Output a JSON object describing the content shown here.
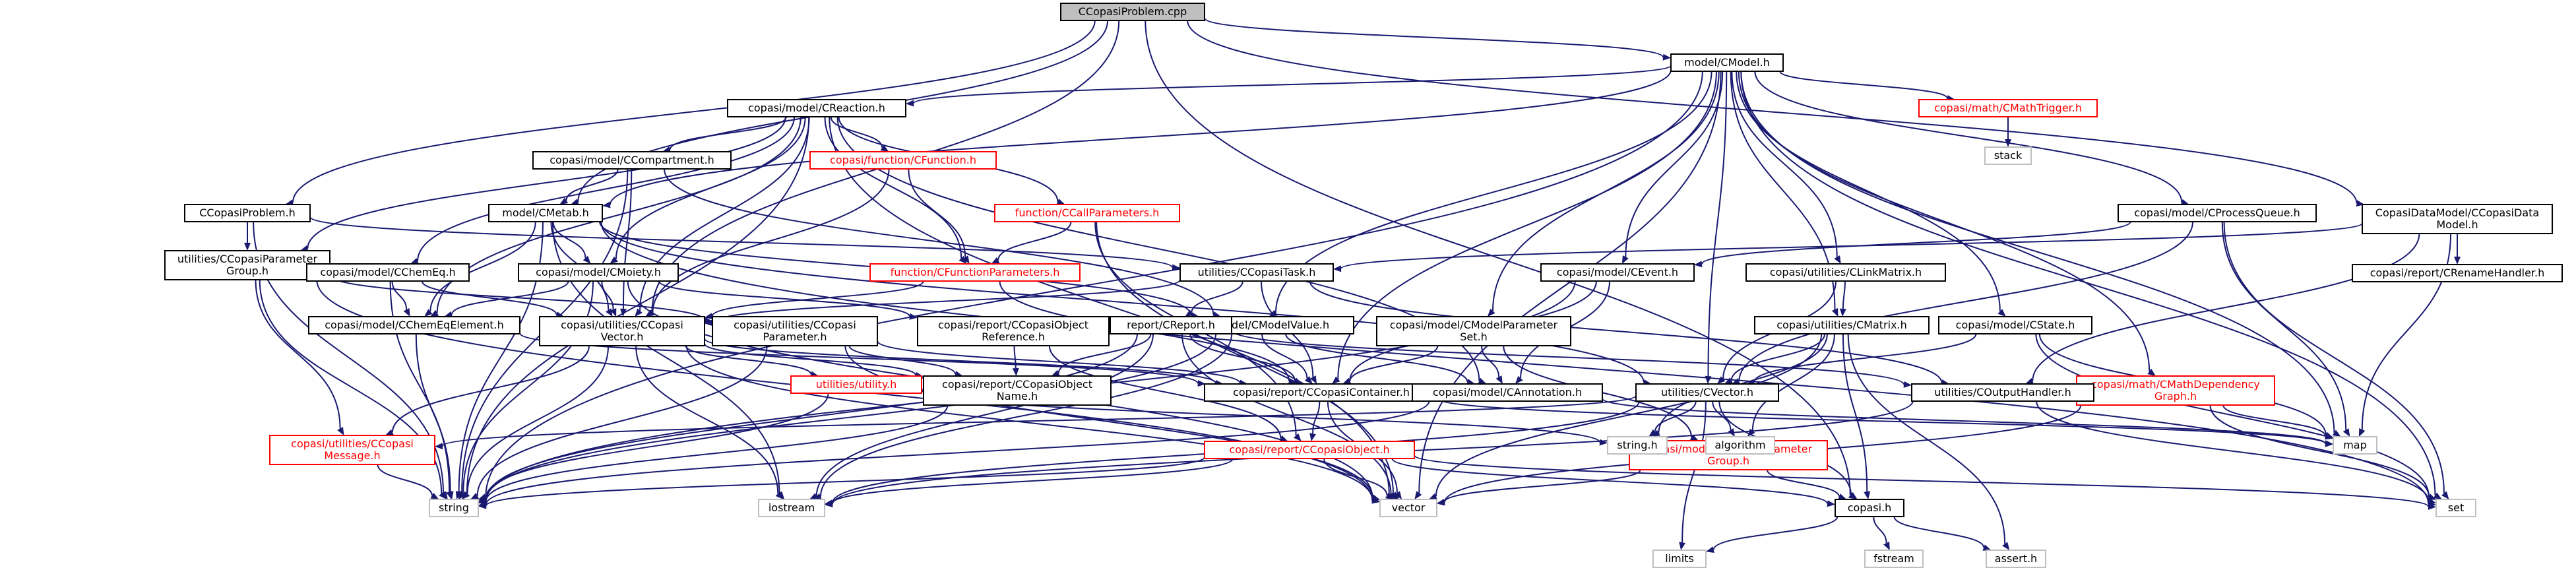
{
  "nodes": [
    {
      "id": "ccp",
      "label": [
        "CCopasiProblem.cpp"
      ],
      "style": "root"
    },
    {
      "id": "cmodel",
      "label": [
        "model/CModel.h"
      ],
      "style": "normal"
    },
    {
      "id": "creaction",
      "label": [
        "copasi/model/CReaction.h"
      ],
      "style": "normal"
    },
    {
      "id": "cmathtrigger",
      "label": [
        "copasi/math/CMathTrigger.h"
      ],
      "style": "red"
    },
    {
      "id": "stack",
      "label": [
        "stack"
      ],
      "style": "gray"
    },
    {
      "id": "ccompartment",
      "label": [
        "copasi/model/CCompartment.h"
      ],
      "style": "normal"
    },
    {
      "id": "cfunction",
      "label": [
        "copasi/function/CFunction.h"
      ],
      "style": "red"
    },
    {
      "id": "ccallparams",
      "label": [
        "function/CCallParameters.h"
      ],
      "style": "red"
    },
    {
      "id": "cprocessqueue",
      "label": [
        "copasi/model/CProcessQueue.h"
      ],
      "style": "normal"
    },
    {
      "id": "ccopasidatamodel",
      "label": [
        "CopasiDataModel/CCopasiData",
        "Model.h"
      ],
      "style": "normal"
    },
    {
      "id": "ccopasiproblemh",
      "label": [
        "CCopasiProblem.h"
      ],
      "style": "normal"
    },
    {
      "id": "cmetab",
      "label": [
        "model/CMetab.h"
      ],
      "style": "normal"
    },
    {
      "id": "crenamehandler",
      "label": [
        "copasi/report/CRenameHandler.h"
      ],
      "style": "normal"
    },
    {
      "id": "cparamgroup",
      "label": [
        "utilities/CCopasiParameter",
        "Group.h"
      ],
      "style": "normal"
    },
    {
      "id": "cchemeq",
      "label": [
        "copasi/model/CChemEq.h"
      ],
      "style": "normal"
    },
    {
      "id": "cfunctionparams",
      "label": [
        "function/CFunctionParameters.h"
      ],
      "style": "red"
    },
    {
      "id": "ccopasitask",
      "label": [
        "utilities/CCopasiTask.h"
      ],
      "style": "normal"
    },
    {
      "id": "cevent",
      "label": [
        "copasi/model/CEvent.h"
      ],
      "style": "normal"
    },
    {
      "id": "clinkmatrix",
      "label": [
        "copasi/utilities/CLinkMatrix.h"
      ],
      "style": "normal"
    },
    {
      "id": "cmoiety",
      "label": [
        "copasi/model/CMoiety.h"
      ],
      "style": "normal"
    },
    {
      "id": "cchemeqelement",
      "label": [
        "copasi/model/CChemEqElement.h"
      ],
      "style": "normal"
    },
    {
      "id": "ccopasivector",
      "label": [
        "copasi/utilities/CCopasi",
        "Vector.h"
      ],
      "style": "normal"
    },
    {
      "id": "ccopasiparameter",
      "label": [
        "copasi/utilities/CCopasi",
        "Parameter.h"
      ],
      "style": "normal"
    },
    {
      "id": "cobjectref",
      "label": [
        "copasi/report/CCopasiObject",
        "Reference.h"
      ],
      "style": "normal"
    },
    {
      "id": "cmodelvalue",
      "label": [
        "copasi/model/CModelValue.h"
      ],
      "style": "normal"
    },
    {
      "id": "creport",
      "label": [
        "report/CReport.h"
      ],
      "style": "normal"
    },
    {
      "id": "cmodelparamset",
      "label": [
        "copasi/model/CModelParameter",
        "Set.h"
      ],
      "style": "normal"
    },
    {
      "id": "cstate",
      "label": [
        "copasi/model/CState.h"
      ],
      "style": "normal"
    },
    {
      "id": "cmatrix",
      "label": [
        "copasi/utilities/CMatrix.h"
      ],
      "style": "normal"
    },
    {
      "id": "cmathdepgraph",
      "label": [
        "copasi/math/CMathDependency",
        "Graph.h"
      ],
      "style": "red"
    },
    {
      "id": "utility",
      "label": [
        "utilities/utility.h"
      ],
      "style": "red"
    },
    {
      "id": "cobjectname",
      "label": [
        "copasi/report/CCopasiObject",
        "Name.h"
      ],
      "style": "normal"
    },
    {
      "id": "ccontainer",
      "label": [
        "copasi/report/CCopasiContainer.h"
      ],
      "style": "normal"
    },
    {
      "id": "cannotation",
      "label": [
        "copasi/model/CAnnotation.h"
      ],
      "style": "normal"
    },
    {
      "id": "cvector",
      "label": [
        "utilities/CVector.h"
      ],
      "style": "normal"
    },
    {
      "id": "coutputhandler",
      "label": [
        "utilities/COutputHandler.h"
      ],
      "style": "normal"
    },
    {
      "id": "cmessage",
      "label": [
        "copasi/utilities/CCopasi",
        "Message.h"
      ],
      "style": "red"
    },
    {
      "id": "ccopasiobject",
      "label": [
        "copasi/report/CCopasiObject.h"
      ],
      "style": "red"
    },
    {
      "id": "cmodelparamgroup",
      "label": [
        "copasi/model/CModelParameter",
        "Group.h"
      ],
      "style": "red"
    },
    {
      "id": "stringh",
      "label": [
        "string.h"
      ],
      "style": "gray"
    },
    {
      "id": "algorithm",
      "label": [
        "algorithm"
      ],
      "style": "gray"
    },
    {
      "id": "map",
      "label": [
        "map"
      ],
      "style": "gray"
    },
    {
      "id": "string",
      "label": [
        "string"
      ],
      "style": "gray"
    },
    {
      "id": "iostream",
      "label": [
        "iostream"
      ],
      "style": "gray"
    },
    {
      "id": "vector",
      "label": [
        "vector"
      ],
      "style": "gray"
    },
    {
      "id": "set",
      "label": [
        "set"
      ],
      "style": "gray"
    },
    {
      "id": "copasih",
      "label": [
        "copasi.h"
      ],
      "style": "normal"
    },
    {
      "id": "limits",
      "label": [
        "limits"
      ],
      "style": "gray"
    },
    {
      "id": "fstream",
      "label": [
        "fstream"
      ],
      "style": "gray"
    },
    {
      "id": "asserth",
      "label": [
        "assert.h"
      ],
      "style": "gray"
    }
  ],
  "edges": [
    [
      "ccp",
      "cmodel"
    ],
    [
      "ccp",
      "copasih"
    ],
    [
      "ccp",
      "ccopasiproblemh"
    ],
    [
      "ccp",
      "cmetab"
    ],
    [
      "ccp",
      "ccopasivector"
    ],
    [
      "ccp",
      "ccopasidatamodel"
    ],
    [
      "cmodel",
      "creaction"
    ],
    [
      "cmodel",
      "cmathtrigger"
    ],
    [
      "cmodel",
      "cprocessqueue"
    ],
    [
      "cmodel",
      "cmetab"
    ],
    [
      "cmodel",
      "cevent"
    ],
    [
      "cmodel",
      "clinkmatrix"
    ],
    [
      "cmodel",
      "cmodelvalue"
    ],
    [
      "cmodel",
      "cmodelparamset"
    ],
    [
      "cmodel",
      "cstate"
    ],
    [
      "cmodel",
      "cmatrix"
    ],
    [
      "cmodel",
      "cmathdepgraph"
    ],
    [
      "cmodel",
      "cvector"
    ],
    [
      "cmodel",
      "ccontainer"
    ],
    [
      "cmodel",
      "map"
    ],
    [
      "cmodel",
      "vector"
    ],
    [
      "cmodel",
      "set"
    ],
    [
      "cmodel",
      "string"
    ],
    [
      "creaction",
      "ccompartment"
    ],
    [
      "creaction",
      "cfunction"
    ],
    [
      "creaction",
      "ccallparams"
    ],
    [
      "creaction",
      "cfunctionparams"
    ],
    [
      "creaction",
      "cchemeq"
    ],
    [
      "creaction",
      "cparamgroup"
    ],
    [
      "creaction",
      "cchemeqelement"
    ],
    [
      "creaction",
      "cmoiety"
    ],
    [
      "creaction",
      "ccopasivector"
    ],
    [
      "creaction",
      "cannotation"
    ],
    [
      "creaction",
      "vector"
    ],
    [
      "creaction",
      "string"
    ],
    [
      "cmathtrigger",
      "stack"
    ],
    [
      "ccompartment",
      "cmetab"
    ],
    [
      "ccompartment",
      "ccopasivector"
    ],
    [
      "ccompartment",
      "cmodelvalue"
    ],
    [
      "ccompartment",
      "string"
    ],
    [
      "cfunction",
      "cfunctionparams"
    ],
    [
      "cfunction",
      "ccopasivector"
    ],
    [
      "ccallparams",
      "cfunctionparams"
    ],
    [
      "ccallparams",
      "ccopasiobject"
    ],
    [
      "ccallparams",
      "vector"
    ],
    [
      "cprocessqueue",
      "cevent"
    ],
    [
      "cprocessqueue",
      "cvector"
    ],
    [
      "cprocessqueue",
      "map"
    ],
    [
      "cprocessqueue",
      "set"
    ],
    [
      "ccopasidatamodel",
      "crenamehandler"
    ],
    [
      "ccopasidatamodel",
      "ccopasitask"
    ],
    [
      "ccopasidatamodel",
      "coutputhandler"
    ],
    [
      "ccopasidatamodel",
      "map"
    ],
    [
      "ccopasiproblemh",
      "cparamgroup"
    ],
    [
      "ccopasiproblemh",
      "ccopasitask"
    ],
    [
      "ccopasiproblemh",
      "string"
    ],
    [
      "cmetab",
      "cmoiety"
    ],
    [
      "cmetab",
      "cchemeqelement"
    ],
    [
      "cmetab",
      "cmodelvalue"
    ],
    [
      "cmetab",
      "cvector"
    ],
    [
      "cmetab",
      "ccopasivector"
    ],
    [
      "cmetab",
      "set"
    ],
    [
      "cmetab",
      "iostream"
    ],
    [
      "cmetab",
      "string"
    ],
    [
      "cparamgroup",
      "ccopasiparameter"
    ],
    [
      "cparamgroup",
      "cmessage"
    ],
    [
      "cparamgroup",
      "string"
    ],
    [
      "cparamgroup",
      "vector"
    ],
    [
      "cchemeq",
      "cchemeqelement"
    ],
    [
      "cchemeq",
      "ccopasivector"
    ],
    [
      "cchemeq",
      "string"
    ],
    [
      "cfunctionparams",
      "ccopasivector"
    ],
    [
      "cfunctionparams",
      "ccontainer"
    ],
    [
      "ccopasitask",
      "creport"
    ],
    [
      "ccopasitask",
      "ccopasivector"
    ],
    [
      "ccopasitask",
      "coutputhandler"
    ],
    [
      "ccopasitask",
      "ccontainer"
    ],
    [
      "cevent",
      "cannotation"
    ],
    [
      "cevent",
      "ccontainer"
    ],
    [
      "cevent",
      "string"
    ],
    [
      "clinkmatrix",
      "cmatrix"
    ],
    [
      "clinkmatrix",
      "cvector"
    ],
    [
      "cmoiety",
      "cobjectref"
    ],
    [
      "cmoiety",
      "ccopasivector"
    ],
    [
      "cmoiety",
      "cchemeqelement"
    ],
    [
      "cmoiety",
      "vector"
    ],
    [
      "cmoiety",
      "string"
    ],
    [
      "cchemeqelement",
      "ccontainer"
    ],
    [
      "cchemeqelement",
      "string"
    ],
    [
      "ccopasivector",
      "cobjectname"
    ],
    [
      "ccopasivector",
      "ccontainer"
    ],
    [
      "ccopasivector",
      "utility"
    ],
    [
      "ccopasivector",
      "cmessage"
    ],
    [
      "ccopasivector",
      "vector"
    ],
    [
      "ccopasivector",
      "iostream"
    ],
    [
      "ccopasivector",
      "string"
    ],
    [
      "ccopasiparameter",
      "cobjectname"
    ],
    [
      "ccopasiparameter",
      "ccontainer"
    ],
    [
      "ccopasiparameter",
      "string"
    ],
    [
      "ccopasiparameter",
      "vector"
    ],
    [
      "cobjectref",
      "ccopasiobject"
    ],
    [
      "cobjectref",
      "cobjectname"
    ],
    [
      "cmodelvalue",
      "ccontainer"
    ],
    [
      "cmodelvalue",
      "cannotation"
    ],
    [
      "cmodelvalue",
      "iostream"
    ],
    [
      "cmodelvalue",
      "string"
    ],
    [
      "creport",
      "ccontainer"
    ],
    [
      "creport",
      "cobjectname"
    ],
    [
      "creport",
      "coutputhandler"
    ],
    [
      "creport",
      "iostream"
    ],
    [
      "creport",
      "vector"
    ],
    [
      "creport",
      "string"
    ],
    [
      "cmodelparamset",
      "ccontainer"
    ],
    [
      "cmodelparamset",
      "cannotation"
    ],
    [
      "cmodelparamset",
      "cmodelparamgroup"
    ],
    [
      "cstate",
      "cvector"
    ],
    [
      "cstate",
      "map"
    ],
    [
      "cstate",
      "set"
    ],
    [
      "cmatrix",
      "cvector"
    ],
    [
      "cmatrix",
      "copasih"
    ],
    [
      "cmatrix",
      "stringh"
    ],
    [
      "cmatrix",
      "algorithm"
    ],
    [
      "cmatrix",
      "asserth"
    ],
    [
      "cmatrix",
      "vector"
    ],
    [
      "cmathdepgraph",
      "map"
    ],
    [
      "cmathdepgraph",
      "set"
    ],
    [
      "cmathdepgraph",
      "vector"
    ],
    [
      "utility",
      "stringh"
    ],
    [
      "utility",
      "string"
    ],
    [
      "cobjectname",
      "string"
    ],
    [
      "ccontainer",
      "ccopasiobject"
    ],
    [
      "ccontainer",
      "map"
    ],
    [
      "ccontainer",
      "vector"
    ],
    [
      "cannotation",
      "string"
    ],
    [
      "cannotation",
      "map"
    ],
    [
      "cvector",
      "copasih"
    ],
    [
      "cvector",
      "stringh"
    ],
    [
      "cvector",
      "limits"
    ],
    [
      "cvector",
      "iostream"
    ],
    [
      "cvector",
      "algorithm"
    ],
    [
      "cvector",
      "cmessage"
    ],
    [
      "coutputhandler",
      "set"
    ],
    [
      "coutputhandler",
      "iostream"
    ],
    [
      "cmessage",
      "string"
    ],
    [
      "ccopasiobject",
      "copasih"
    ],
    [
      "ccopasiobject",
      "iostream"
    ],
    [
      "ccopasiobject",
      "vector"
    ],
    [
      "ccopasiobject",
      "set"
    ],
    [
      "ccopasiobject",
      "string"
    ],
    [
      "cmodelparamgroup",
      "copasih"
    ],
    [
      "cmodelparamgroup",
      "vector"
    ],
    [
      "copasih",
      "limits"
    ],
    [
      "copasih",
      "fstream"
    ],
    [
      "copasih",
      "asserth"
    ]
  ]
}
